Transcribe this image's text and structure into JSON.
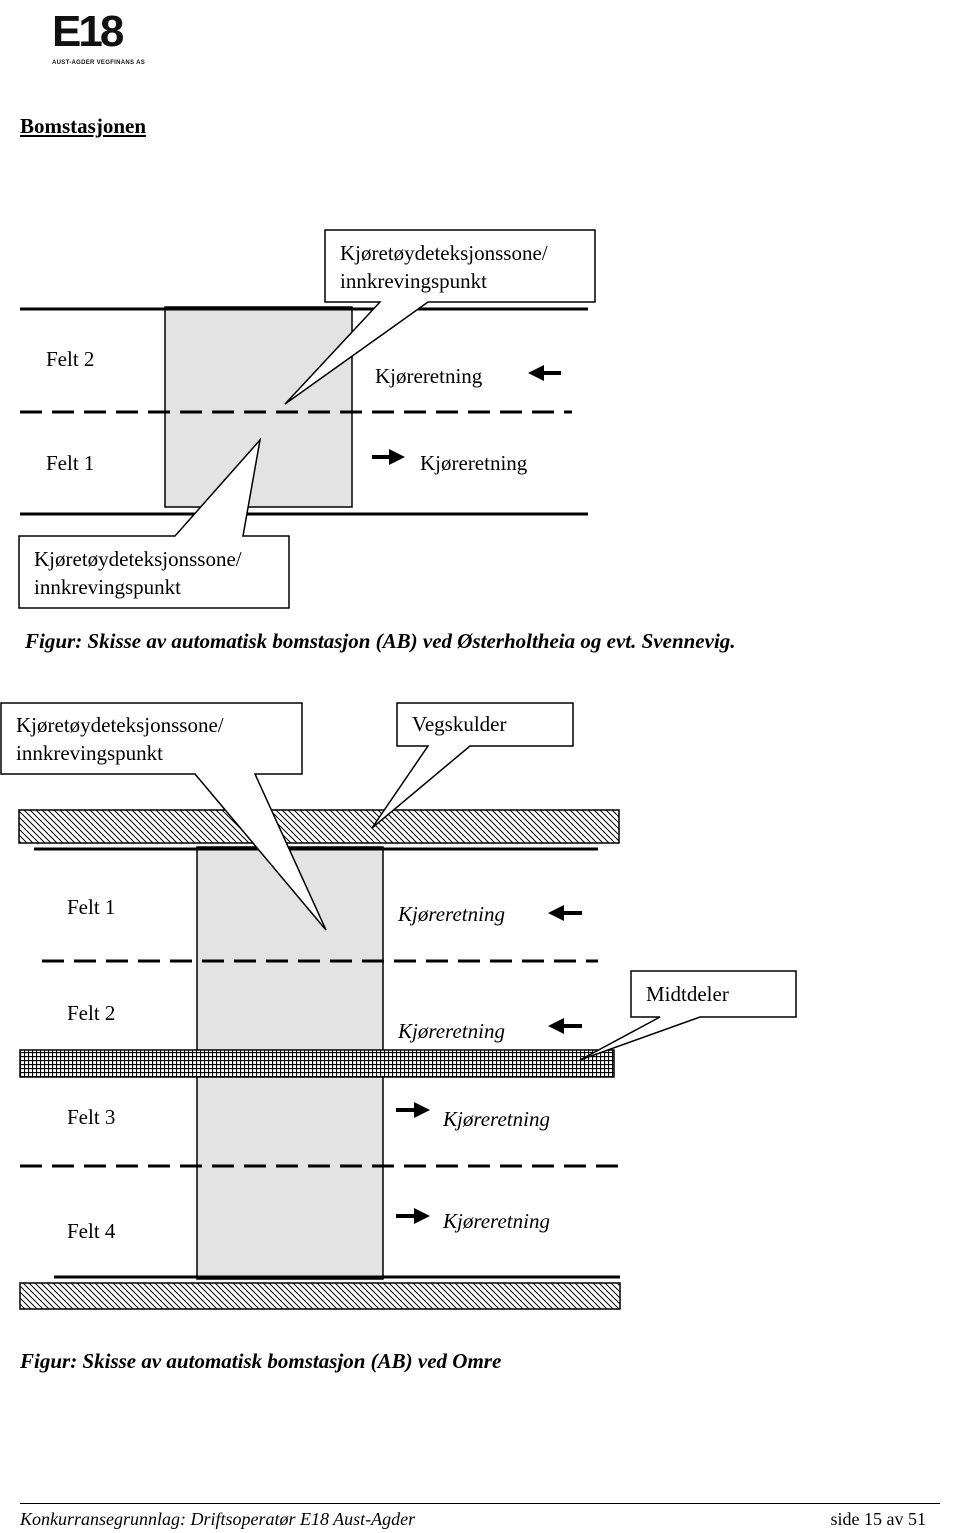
{
  "header": {
    "logo_mark": "E18",
    "logo_subtitle": "AUST-AGDER VEGFINANS AS",
    "section_title": "Bomstasjonen"
  },
  "figure1": {
    "callout_top": [
      "Kjøretøydeteksjonssone/",
      "innkrevingspunkt"
    ],
    "callout_bottom": [
      "Kjøretøydeteksjonssone/",
      "innkrevingspunkt"
    ],
    "lane_2": "Felt 2",
    "lane_1": "Felt 1",
    "direction_lane2": "Kjøreretning",
    "direction_lane1": "Kjøreretning",
    "caption": "Figur: Skisse av automatisk bomstasjon (AB) ved Østerholtheia og evt. Svennevig."
  },
  "figure2": {
    "callout_zone": [
      "Kjøretøydeteksjonssone/",
      "innkrevingspunkt"
    ],
    "callout_shoulder": "Vegskulder",
    "callout_median": "Midtdeler",
    "lanes": [
      "Felt 1",
      "Felt 2",
      "Felt 3",
      "Felt 4"
    ],
    "directions": [
      "Kjøreretning",
      "Kjøreretning",
      "Kjøreretning",
      "Kjøreretning"
    ],
    "caption": "Figur: Skisse av automatisk bomstasjon (AB) ved Omre"
  },
  "footer": {
    "document_title": "Konkurransegrunnlag: Driftsoperatør E18 Aust-Agder",
    "page_number": "side 15 av 51"
  }
}
